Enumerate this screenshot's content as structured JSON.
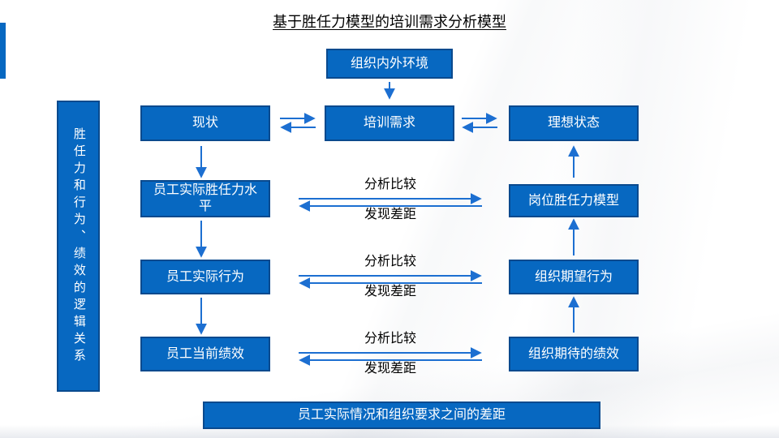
{
  "title": "基于胜任力模型的培训需求分析模型",
  "colors": {
    "box_fill": "#0768C1",
    "box_border": "#0A4A8E",
    "arrow": "#1C6FD1",
    "text_on_box": "#FFFFFF",
    "label_text": "#000000"
  },
  "side_box": {
    "label": "胜任力和行为、绩效的逻辑关系"
  },
  "environment_box": {
    "label": "组织内外环境"
  },
  "status_row": {
    "left": "现状",
    "center": "培训需求",
    "right": "理想状态"
  },
  "comparison_rows": [
    {
      "left": "员工实际胜任力水平",
      "right": "岗位胜任力模型",
      "top_label": "分析比较",
      "bottom_label": "发现差距"
    },
    {
      "left": "员工实际行为",
      "right": "组织期望行为",
      "top_label": "分析比较",
      "bottom_label": "发现差距"
    },
    {
      "left": "员工当前绩效",
      "right": "组织期待的绩效",
      "top_label": "分析比较",
      "bottom_label": "发现差距"
    }
  ],
  "bottom_box": {
    "label": "员工实际情况和组织要求之间的差距"
  }
}
